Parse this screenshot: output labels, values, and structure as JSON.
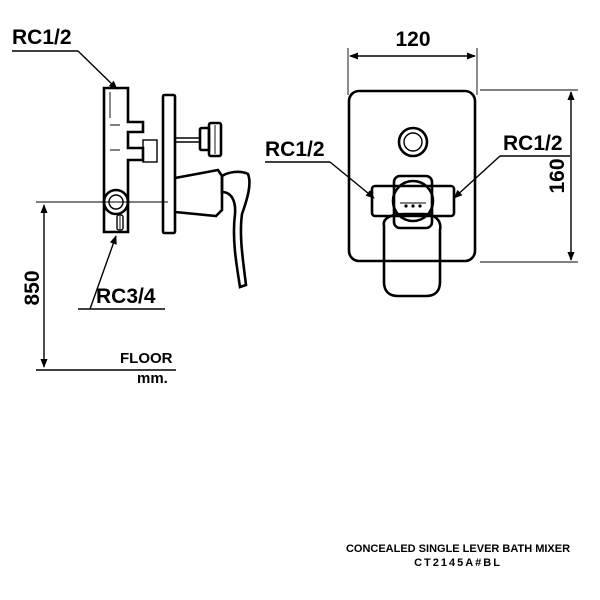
{
  "side_view": {
    "inlet_label": "RC1/2",
    "outlet_label": "RC3/4",
    "height_dimension": "850",
    "floor_label": "FLOOR",
    "unit_label": "mm."
  },
  "front_view": {
    "width_dimension": "120",
    "height_dimension": "160",
    "left_port_label": "RC1/2",
    "right_port_label": "RC1/2"
  },
  "title_block": {
    "product_name": "CONCEALED SINGLE LEVER BATH MIXER",
    "model_code": "CT2145A#BL"
  }
}
